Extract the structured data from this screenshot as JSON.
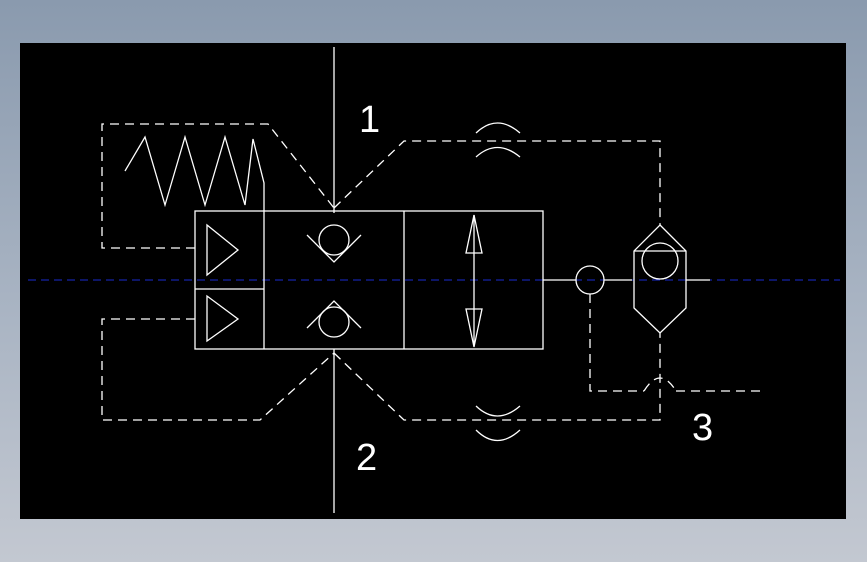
{
  "colors": {
    "background_top": "#8a9aae",
    "canvas": "#000000",
    "line": "#ffffff",
    "centerline": "#1a2bd0"
  },
  "ports": {
    "port_1": "1",
    "port_2": "2",
    "port_3": "3"
  }
}
